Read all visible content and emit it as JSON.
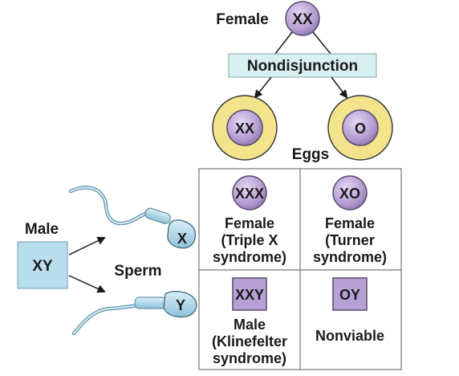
{
  "female": {
    "label": "Female",
    "genotype": "XX"
  },
  "process": {
    "label": "Nondisjunction"
  },
  "eggs": {
    "label": "Eggs",
    "left": {
      "genotype": "XX"
    },
    "right": {
      "genotype": "O"
    }
  },
  "male": {
    "label": "Male",
    "genotype": "XY"
  },
  "sperm": {
    "label": "Sperm",
    "top": {
      "genotype": "X"
    },
    "bottom": {
      "genotype": "Y"
    }
  },
  "offspring": [
    {
      "genotype": "XXX",
      "line1": "Female",
      "line2": "(Triple X",
      "line3": "syndrome)"
    },
    {
      "genotype": "XO",
      "line1": "Female",
      "line2": "(Turner",
      "line3": "syndrome)"
    },
    {
      "genotype": "XXY",
      "line1": "Male",
      "line2": "(Klinefelter",
      "line3": "syndrome)"
    },
    {
      "genotype": "OY",
      "line1": "Nonviable",
      "line2": "",
      "line3": ""
    }
  ],
  "colors": {
    "purple_cell": "#b7a0d4",
    "egg_yellow": "#f3e48c",
    "male_box": "#b9deee",
    "label_box": "#d8f0ef"
  }
}
